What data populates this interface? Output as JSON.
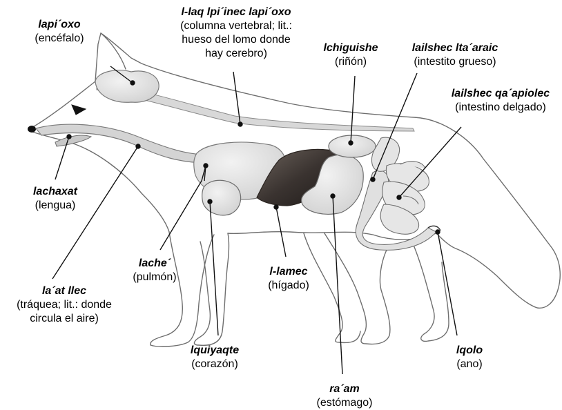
{
  "labels": {
    "brain": {
      "term": "lapi´oxo",
      "gloss": "(encéfalo)"
    },
    "spine": {
      "term": "l-laq lpi´inec lapi´oxo",
      "gloss1": "(columna vertebral; lit.:",
      "gloss2": "hueso del lomo donde",
      "gloss3": "hay cerebro)"
    },
    "kidney": {
      "term": "lchiguishe",
      "gloss": "(riñón)"
    },
    "large_intestine": {
      "term": "lailshec lta´araic",
      "gloss": "(intestito grueso)"
    },
    "small_intestine": {
      "term": "lailshec qa´apiolec",
      "gloss": "(intestino delgado)"
    },
    "tongue": {
      "term": "lachaxat",
      "gloss": "(lengua)"
    },
    "trachea": {
      "term": "la´at llec",
      "gloss1": "(tráquea; lit.: donde",
      "gloss2": "circula el aire)"
    },
    "lung": {
      "term": "lache´",
      "gloss": "(pulmón)"
    },
    "liver": {
      "term": "l-lamec",
      "gloss": "(hígado)"
    },
    "heart": {
      "term": "lquiyaqte",
      "gloss": "(corazón)"
    },
    "stomach": {
      "term": "ra´am",
      "gloss": "(estómago)"
    },
    "anus": {
      "term": "lqolo",
      "gloss": "(ano)"
    }
  },
  "colors": {
    "outline": "#6e6e6e",
    "organ_fill": "#e3e3e3",
    "liver_fill": "#3a3330",
    "leader": "#111111"
  }
}
